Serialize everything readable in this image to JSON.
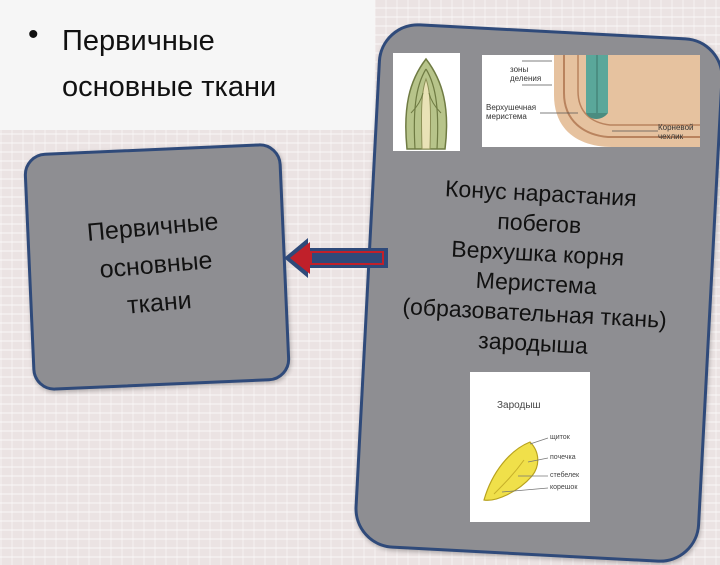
{
  "slide": {
    "bullet": "•",
    "title_line1": "Первичные",
    "title_line2": "основные ткани"
  },
  "left_card": {
    "line1": "Первичные",
    "line2": "основные",
    "line3": "ткани"
  },
  "right_card": {
    "line1": "Конус нарастания",
    "line2": "побегов",
    "line3": "Верхушка корня",
    "line4": "Меристема",
    "line5": "(образовательная ткань)",
    "line6": "зародыша"
  },
  "root_image": {
    "label_zone_1": "зоны",
    "label_zone_2": "деления",
    "label_apex_1": "Верхушечная",
    "label_apex_2": "меристема",
    "label_cap_1": "Корневой",
    "label_cap_2": "чехлик"
  },
  "embryo_image": {
    "title": "Зародыш",
    "label_1": "щиток",
    "label_2": "почечка",
    "label_3": "стебелек",
    "label_4": "корешок"
  },
  "colors": {
    "card_fill": "#8e8e92",
    "card_border": "#2f4a7a",
    "arrow_red": "#c0202a",
    "arrow_blue": "#2f4a7a"
  }
}
